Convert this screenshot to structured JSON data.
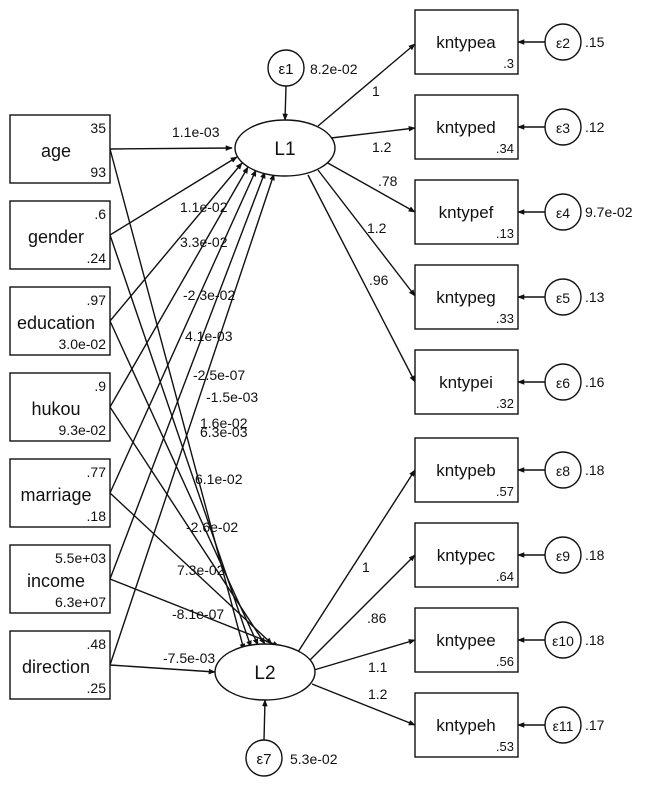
{
  "observed_left": [
    {
      "label": "age",
      "top": "35",
      "bottom": "93"
    },
    {
      "label": "gender",
      "top": ".6",
      "bottom": ".24"
    },
    {
      "label": "education",
      "top": ".97",
      "bottom": "3.0e-02"
    },
    {
      "label": "hukou",
      "top": ".9",
      "bottom": "9.3e-02"
    },
    {
      "label": "marriage",
      "top": ".77",
      "bottom": ".18"
    },
    {
      "label": "income",
      "top": "5.5e+03",
      "bottom": "6.3e+07"
    },
    {
      "label": "direction",
      "top": ".48",
      "bottom": ".25"
    }
  ],
  "latent": [
    {
      "label": "L1",
      "error": "ε1",
      "error_value": "8.2e-02"
    },
    {
      "label": "L2",
      "error": "ε7",
      "error_value": "5.3e-02"
    }
  ],
  "indicators": [
    {
      "label": "kntypea",
      "r2": ".3",
      "error": "ε2",
      "error_value": ".15",
      "loading": "1"
    },
    {
      "label": "kntyped",
      "r2": ".34",
      "error": "ε3",
      "error_value": ".12",
      "loading": "1.2"
    },
    {
      "label": "kntypef",
      "r2": ".13",
      "error": "ε4",
      "error_value": "9.7e-02",
      "loading": ".78"
    },
    {
      "label": "kntypeg",
      "r2": ".33",
      "error": "ε5",
      "error_value": ".13",
      "loading": "1.2"
    },
    {
      "label": "kntypei",
      "r2": ".32",
      "error": "ε6",
      "error_value": ".16",
      "loading": ".96"
    },
    {
      "label": "kntypeb",
      "r2": ".57",
      "error": "ε8",
      "error_value": ".18",
      "loading": "1"
    },
    {
      "label": "kntypec",
      "r2": ".64",
      "error": "ε9",
      "error_value": ".18",
      "loading": ".86"
    },
    {
      "label": "kntypee",
      "r2": ".56",
      "error": "ε10",
      "error_value": ".18",
      "loading": "1.1"
    },
    {
      "label": "kntypeh",
      "r2": ".53",
      "error": "ε11",
      "error_value": ".17",
      "loading": "1.2"
    }
  ],
  "paths_to_L1": [
    "1.1e-03",
    "1.1e-02",
    "3.3e-02",
    "-2.3e-02",
    "4.1e-03",
    "-2.5e-07",
    "1.6e-02"
  ],
  "paths_to_L2": [
    "-1.5e-03",
    "6.3e-03",
    "6.1e-02",
    "-2.6e-02",
    "7.3e-02",
    "-8.1e-07",
    "-7.5e-03"
  ]
}
